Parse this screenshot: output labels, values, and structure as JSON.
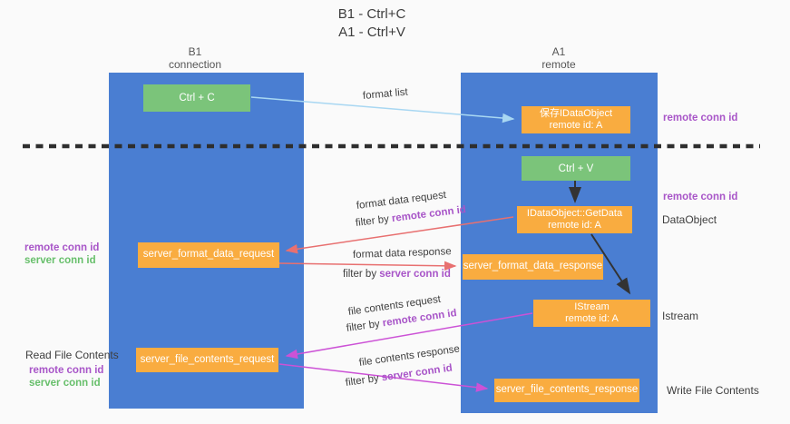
{
  "title": {
    "line1": "B1 - Ctrl+C",
    "line2": "A1 - Ctrl+V"
  },
  "lifelines": {
    "left": {
      "name": "B1",
      "role": "connection"
    },
    "right": {
      "name": "A1",
      "role": "remote"
    }
  },
  "nodes": {
    "ctrl_c": {
      "label": "Ctrl + C"
    },
    "save_idataobject": {
      "line1": "保存IDataObject",
      "line2": "remote id: A"
    },
    "ctrl_v": {
      "label": "Ctrl + V"
    },
    "getdata": {
      "line1": "IDataObject::GetData",
      "line2": "remote id: A"
    },
    "istream": {
      "line1": "IStream",
      "line2": "remote id: A"
    },
    "server_format_data_request": {
      "label": "server_format_data_request"
    },
    "server_format_data_response": {
      "label": "server_format_data_response"
    },
    "server_file_contents_request": {
      "label": "server_file_contents_request"
    },
    "server_file_contents_response": {
      "label": "server_file_contents_response"
    }
  },
  "flows": {
    "format_list": {
      "label": "format list"
    },
    "format_data_request": {
      "label": "format data request",
      "filter_prefix": "filter by ",
      "filter_id": "remote conn id"
    },
    "format_data_response": {
      "label": "format data response",
      "filter_prefix": "filter by ",
      "filter_id": "server conn id"
    },
    "file_contents_request": {
      "label": "file contents request",
      "filter_prefix": "filter by ",
      "filter_id": "remote conn id"
    },
    "file_contents_response": {
      "label": "file contents response",
      "filter_prefix": "filter by ",
      "filter_id": "server conn id"
    }
  },
  "side_labels": {
    "right_top_remote_conn_id": "remote conn id",
    "right_mid_remote_conn_id": "remote conn id",
    "right_dataobject": "DataObject",
    "right_istream": "Istream",
    "right_write_file_contents": "Write File Contents",
    "left_read_file_contents": "Read File Contents",
    "left_top_remote_conn_id": "remote conn id",
    "left_top_server_conn_id": "server conn id",
    "left_bottom_remote_conn_id": "remote conn id",
    "left_bottom_server_conn_id": "server conn id"
  },
  "colors": {
    "lifeline_blue": "#4A7ED2",
    "node_orange": "#F9AC40",
    "node_green": "#7BC47A",
    "arrow_blue": "#A8D7F2",
    "arrow_red": "#E87070",
    "arrow_magenta": "#CC52D6",
    "arrow_black": "#333333",
    "text_purple": "#A855C8",
    "text_green": "#67BF6B",
    "dashed_divider": "#2E2E2E"
  }
}
